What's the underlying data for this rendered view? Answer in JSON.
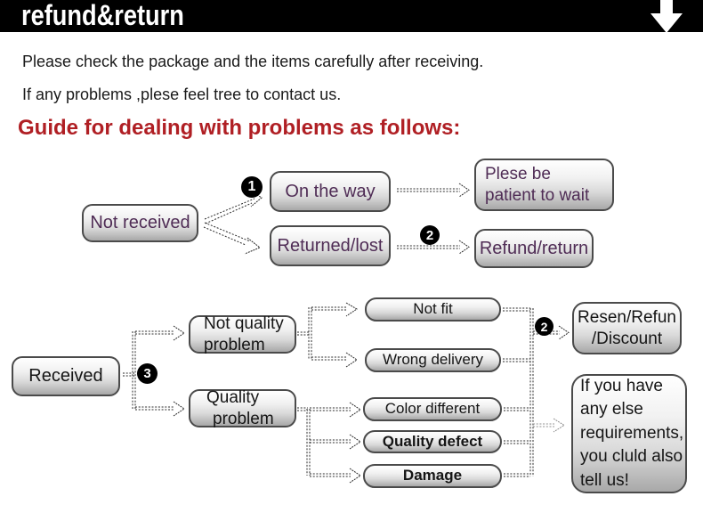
{
  "banner": {
    "title": "refund&return",
    "icon": "down-arrow-icon",
    "bg_color": "#000000",
    "title_color": "#ffffff"
  },
  "intro": {
    "line1": "Please check the package and the items carefully after receiving.",
    "line2": "If any problems ,plese feel tree to contact us.",
    "heading": "Guide for dealing with problems as follows:"
  },
  "colors": {
    "heading_red": "#b01f24",
    "flow1_text_purple": "#4f2c55",
    "flow2_text": "#151515",
    "box_border": "#4a4a4a",
    "box_gradient_top": "#ffffff",
    "box_gradient_bottom": "#a8a8a8",
    "connector": "#2b2b2b"
  },
  "flow1": {
    "not_received": "Not received",
    "badge1": "1",
    "on_the_way": "On the way",
    "returned_lost": "Returned/lost",
    "badge2": "2",
    "patient_lines": [
      "Plese be",
      "patient to wait"
    ],
    "refund_return": "Refund/return"
  },
  "flow2": {
    "received": "Received",
    "badge3": "3",
    "not_quality_lines": [
      "Not quality",
      "problem"
    ],
    "quality_lines": [
      "Quality",
      "problem"
    ],
    "not_fit": "Not fit",
    "wrong_delivery": "Wrong delivery",
    "color_different": "Color different",
    "quality_defect": "Quality defect",
    "damage": "Damage",
    "badge2": "2",
    "resen_lines": [
      "Resen/Refun",
      "/Discount"
    ],
    "more_lines": [
      "If you have",
      "any else",
      "requirements,",
      "you cluld also",
      "tell us!"
    ]
  }
}
